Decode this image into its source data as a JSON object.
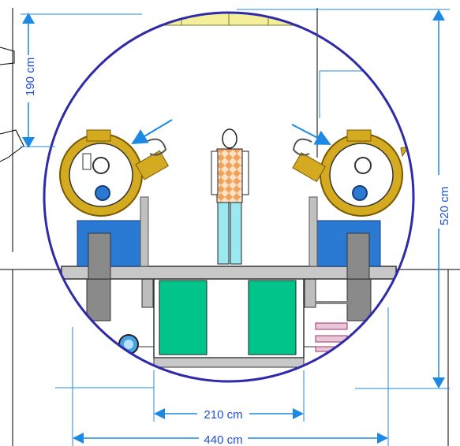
{
  "dimensions": {
    "top_gap": "190 cm",
    "tunnel_height": "520 cm",
    "inner_width": "210 cm",
    "outer_width": "440 cm"
  },
  "colors": {
    "dimension_blue": "#1e88e5",
    "dimension_text": "#1f4fd8",
    "tunnel_outline": "#2e2aa8",
    "floor_gray": "#c8c8c8",
    "cryostat_gold": "#d4aa20",
    "support_blue": "#2a7ad4",
    "rack_green": "#00c48a",
    "pillar_gray": "#8a8a8a",
    "person_shirt": "#f4a15c",
    "person_pants": "#9be8f0"
  },
  "objects": {
    "left_cryostat": "accelerator-cryostat",
    "right_cryostat": "accelerator-cryostat",
    "person": "human-figure",
    "racks": "electronics-rack"
  }
}
